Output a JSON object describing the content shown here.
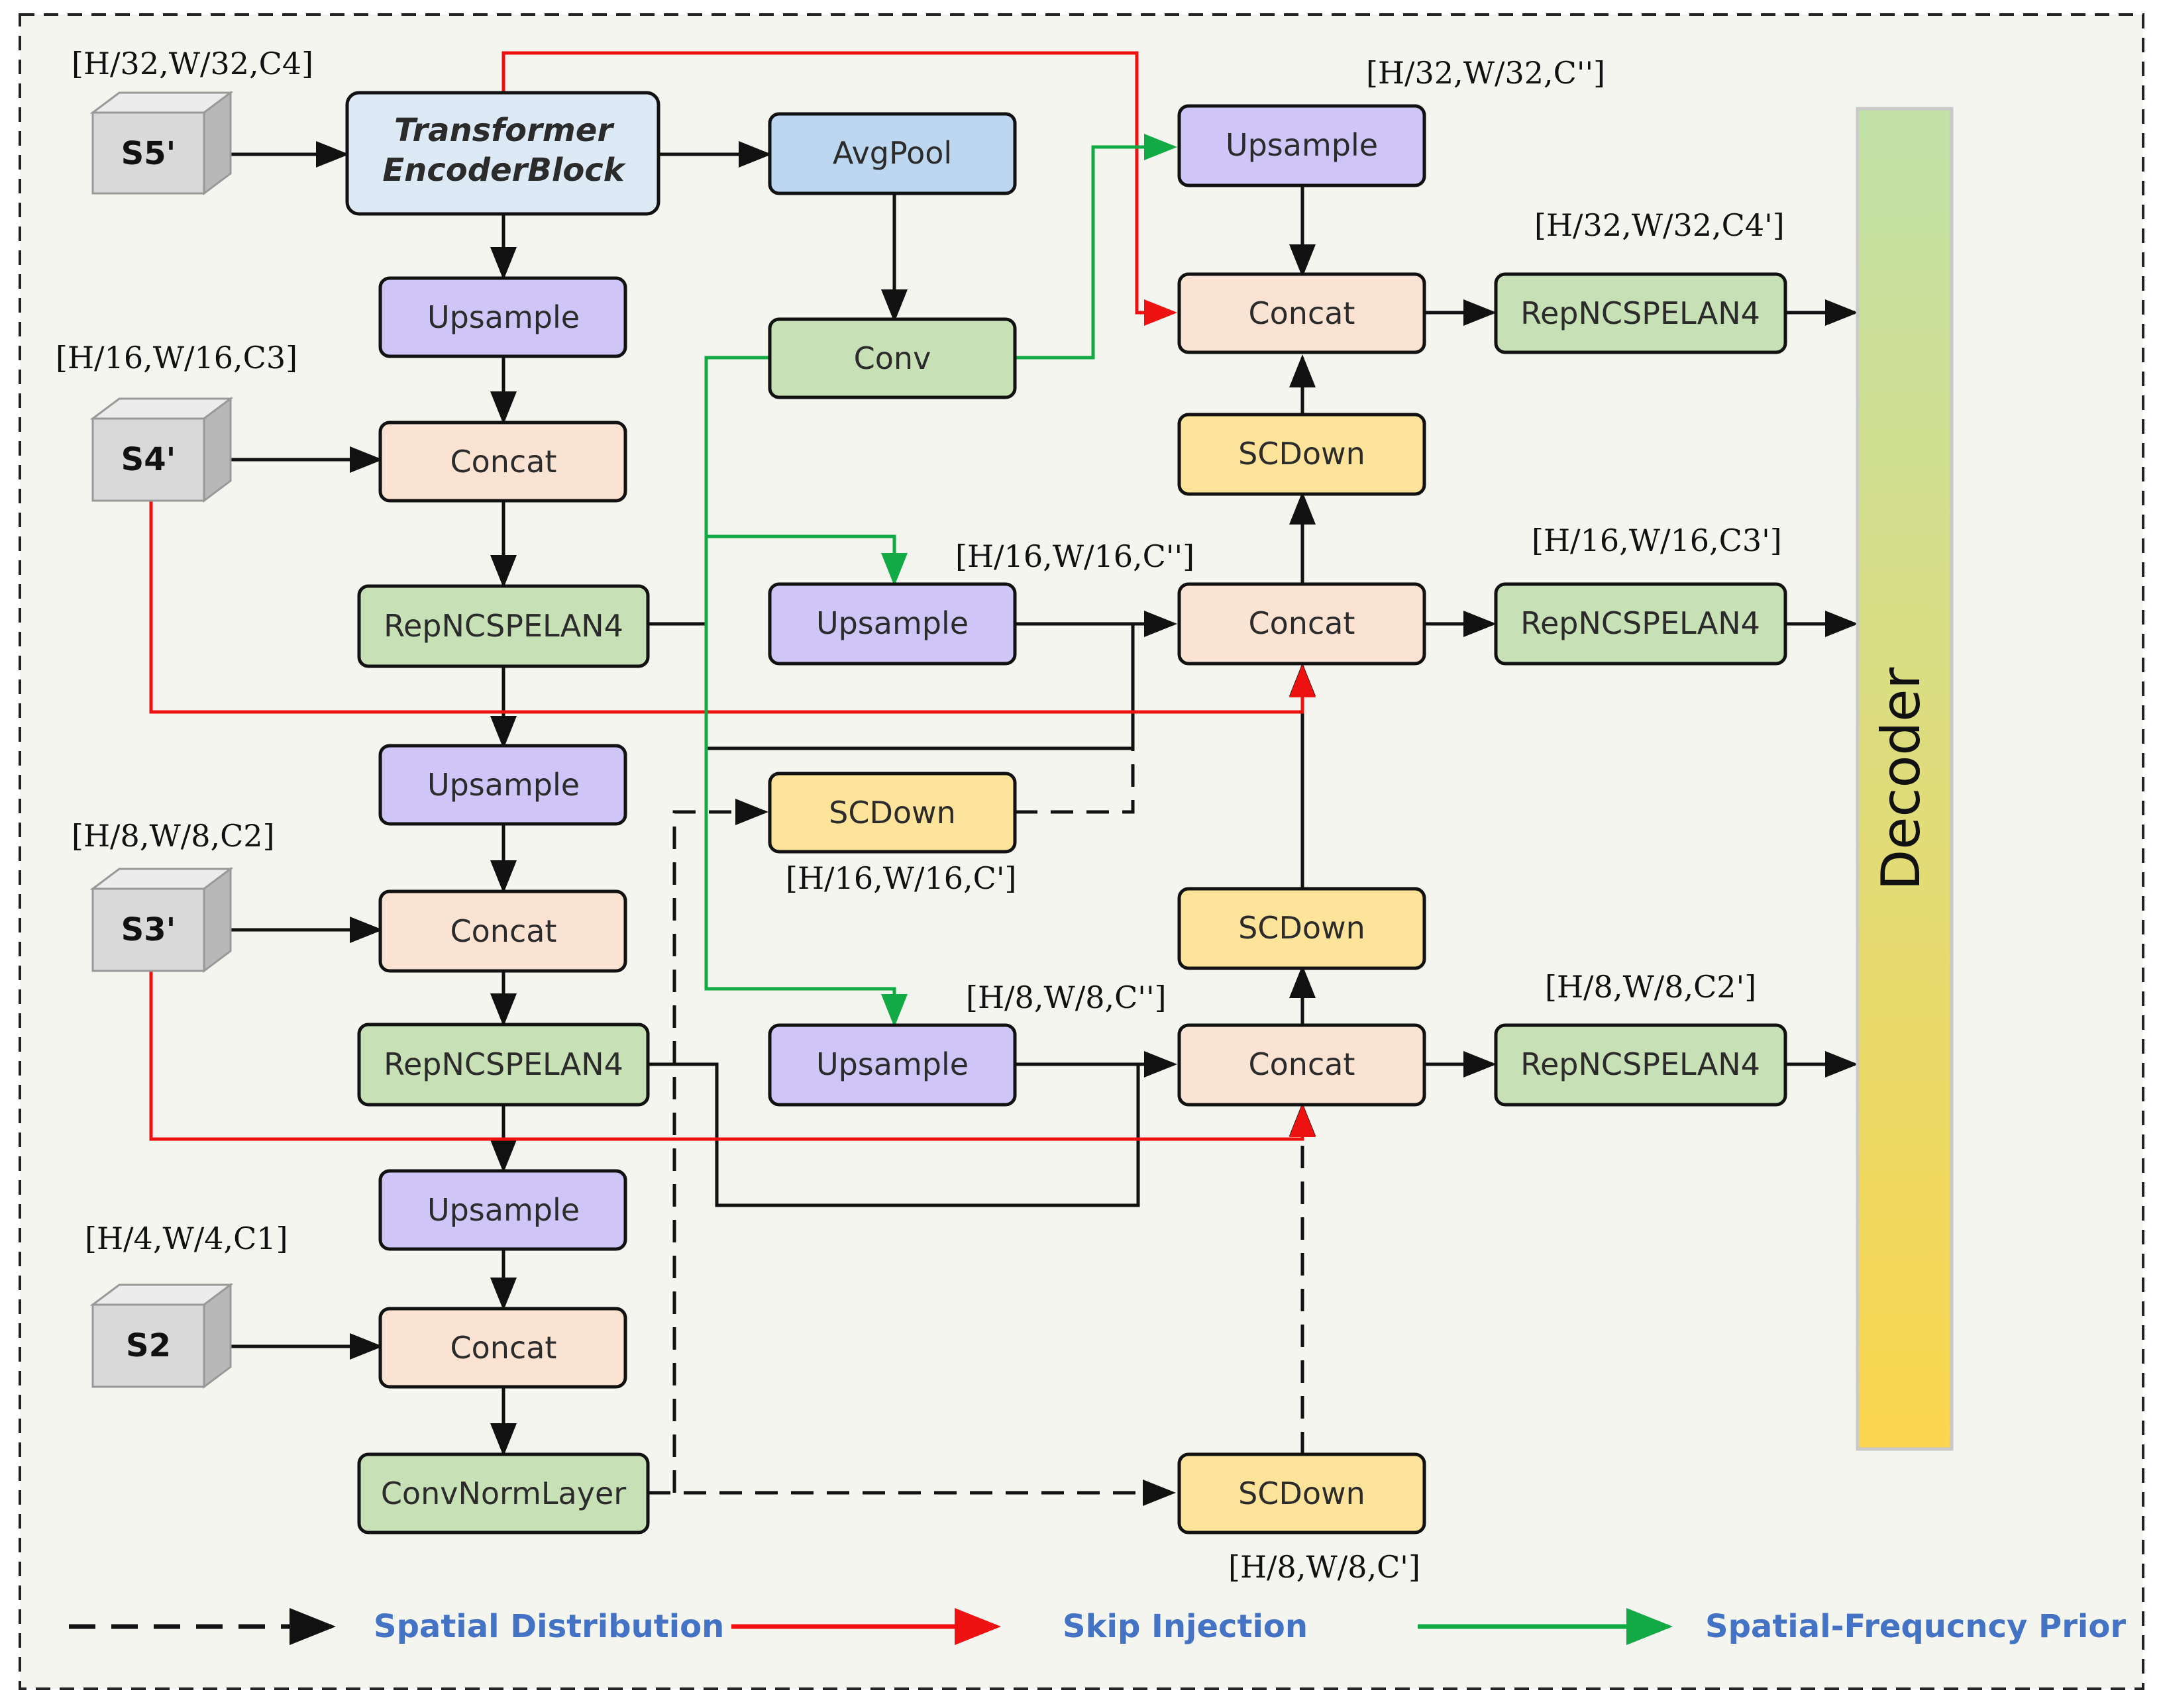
{
  "colors": {
    "skip": "#ee1111",
    "prior": "#11aa44",
    "black": "#111111",
    "upsample": "#cfc6f7",
    "concat": "#fbe3d3",
    "green_box": "#c8e0b6",
    "scdown": "#fde49a",
    "avgpool": "#bcd7ef",
    "transformer": "#dde9f5",
    "cube": "#d9d9d9",
    "legend": "#4472c4"
  },
  "inputs": {
    "s5": {
      "label": "S5'",
      "dim": "[H/32,W/32,C4]"
    },
    "s4": {
      "label": "S4'",
      "dim": "[H/16,W/16,C3]"
    },
    "s3": {
      "label": "S3'",
      "dim": "[H/8,W/8,C2]"
    },
    "s2": {
      "label": "S2",
      "dim": "[H/4,W/4,C1]"
    }
  },
  "left_column": {
    "transformer_line1": "Transformer",
    "transformer_line2": "EncoderBlock",
    "upsample1": "Upsample",
    "concat1": "Concat",
    "rep1": "RepNCSPELAN4",
    "upsample2": "Upsample",
    "concat2": "Concat",
    "rep2": "RepNCSPELAN4",
    "upsample3": "Upsample",
    "concat3": "Concat",
    "convnorm": "ConvNormLayer"
  },
  "middle_column": {
    "avgpool": "AvgPool",
    "conv": "Conv",
    "upsample_mid1": "Upsample",
    "upsample_mid1_dim": "[H/16,W/16,C'']",
    "scdown_mid": "SCDown",
    "scdown_mid_dim": "[H/16,W/16,C']",
    "upsample_mid2": "Upsample",
    "upsample_mid2_dim": "[H/8,W/8,C'']"
  },
  "right_column": {
    "upsample_top": "Upsample",
    "upsample_top_dim": "[H/32,W/32,C'']",
    "concat_top": "Concat",
    "scdown_1": "SCDown",
    "concat_mid": "Concat",
    "scdown_2": "SCDown",
    "concat_bot": "Concat",
    "scdown_bottom": "SCDown",
    "scdown_bottom_dim": "[H/8,W/8,C']"
  },
  "outputs": {
    "rep_top": "RepNCSPELAN4",
    "rep_top_dim": "[H/32,W/32,C4']",
    "rep_mid": "RepNCSPELAN4",
    "rep_mid_dim": "[H/16,W/16,C3']",
    "rep_bot": "RepNCSPELAN4",
    "rep_bot_dim": "[H/8,W/8,C2']"
  },
  "decoder": "Decoder",
  "legend": {
    "spatial": "Spatial Distribution",
    "skip": "Skip Injection",
    "prior": "Spatial-Frequcncy Prior"
  }
}
